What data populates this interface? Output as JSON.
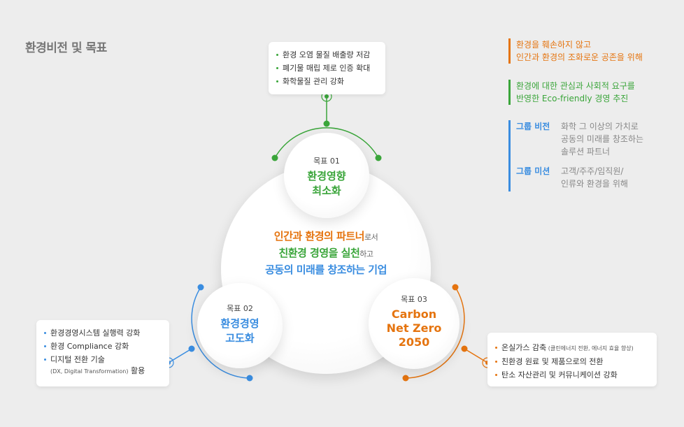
{
  "page_title": "환경비전 및 목표",
  "top_card": {
    "items": [
      "환경 오염 물질 배출량 저감",
      "폐기물 매립 제로 인증 확대",
      "화학물질 관리 강화"
    ]
  },
  "left_card": {
    "items": [
      "환경경영시스템 실행력 강화",
      "환경 Compliance 강화",
      "디지털 전환 기술"
    ],
    "sub_note_small": "(DX, Digital Transformation)",
    "sub_note_suffix": " 활용"
  },
  "right_card": {
    "item1_main": "온실가스 감축",
    "item1_note": " (클린에너지 전환, 에너지 효율 향상)",
    "item2": "친환경 원료 및 제품으로의 전환",
    "item3": "탄소 자산관리 및 커뮤니케이션 강화"
  },
  "goal1": {
    "num": "목표 01",
    "line1": "환경영향",
    "line2": "최소화"
  },
  "goal2": {
    "num": "목표 02",
    "line1": "환경경영",
    "line2": "고도화"
  },
  "goal3": {
    "num": "목표 03",
    "line1": "Carbon",
    "line2": "Net Zero",
    "line3": "2050"
  },
  "center": {
    "line1": "인간과 환경의 파트너",
    "line1_suffix": "로서",
    "line2": "친환경 경영을 실천",
    "line2_suffix": "하고",
    "line3": "공동의 미래를 창조하는 기업"
  },
  "side": {
    "orange_line1": "환경을 훼손하지 않고",
    "orange_line2": "인간과 환경의 조화로운 공존을 위해",
    "green_line1": "환경에 대한 관심과 사회적 요구를",
    "green_line2": "반영한 Eco-friendly 경영 추진",
    "vision_label": "그룹 비전",
    "vision_line1": "화학 그 이상의 가치로",
    "vision_line2": "공동의 미래를 창조하는",
    "vision_line3": "솔루션 파트너",
    "mission_label": "그룹 미션",
    "mission_line1": "고객/주주/임직원/",
    "mission_line2": "인류와 환경을 위해"
  },
  "colors": {
    "green": "#3aa53a",
    "blue": "#3a8de0",
    "orange": "#e5740f",
    "title_gray": "#777777"
  }
}
